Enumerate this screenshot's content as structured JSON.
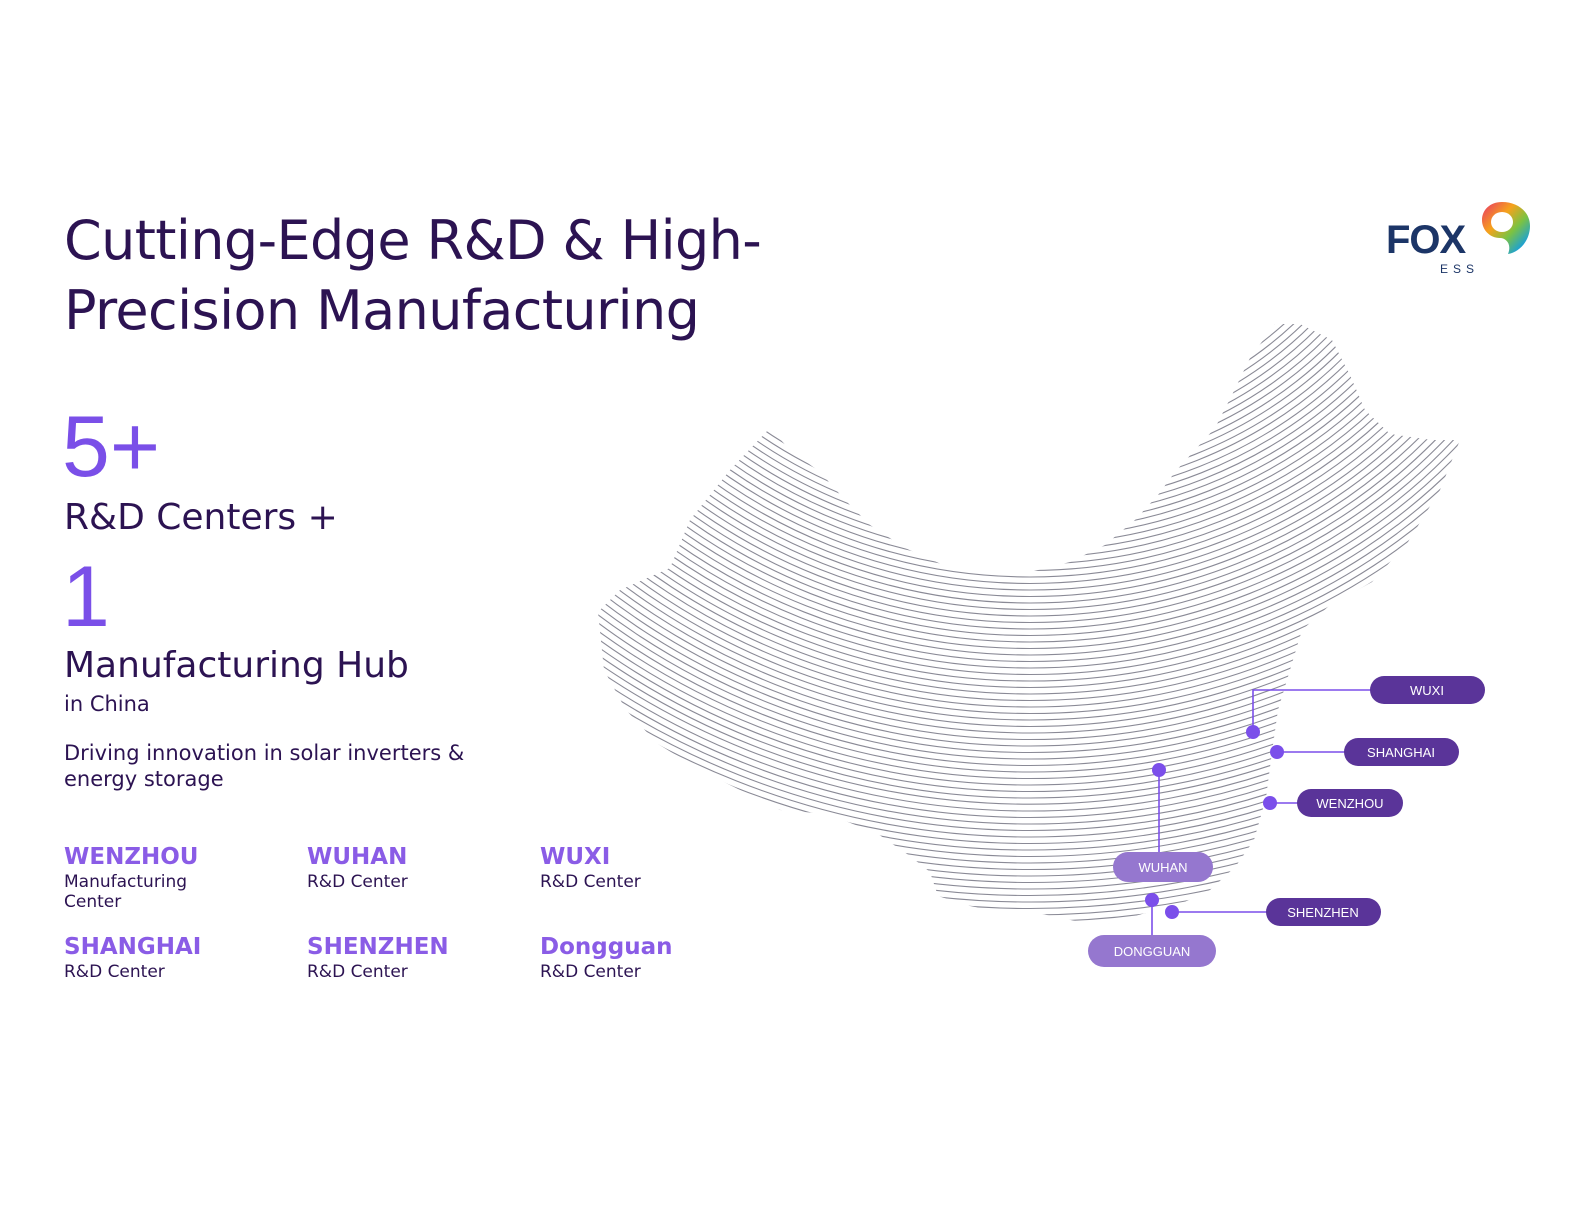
{
  "title": "Cutting-Edge R&D & High-Precision Manufacturing",
  "brand": {
    "name": "FOX",
    "sub": "ESS"
  },
  "stats": {
    "rd_count": "5+",
    "rd_label": "R&D Centers +",
    "mfg_count": "1",
    "mfg_label": "Manufacturing Hub",
    "mfg_sub": "in China"
  },
  "tagline": "Driving innovation in solar inverters & energy storage",
  "locations": [
    {
      "name": "WENZHOU",
      "role": "Manufacturing Center"
    },
    {
      "name": "WUHAN",
      "role": "R&D Center"
    },
    {
      "name": "WUXI",
      "role": "R&D Center"
    },
    {
      "name": "SHANGHAI",
      "role": "R&D Center"
    },
    {
      "name": "SHENZHEN",
      "role": "R&D Center"
    },
    {
      "name": "Dongguan",
      "role": "R&D Center"
    }
  ],
  "map_pins": [
    "WUXI",
    "SHANGHAI",
    "WENZHOU",
    "WUHAN",
    "SHENZHEN",
    "DONGGUAN"
  ],
  "colors": {
    "heading": "#2c1352",
    "accent": "#7a4fe8",
    "map_lines": "#8a8a96",
    "pin": "#7b4fea",
    "pill_dark": "#5a3499",
    "pill_mid": "#6d43b8",
    "pill_light": "#9577cf",
    "logo_text": "#1c3567"
  }
}
